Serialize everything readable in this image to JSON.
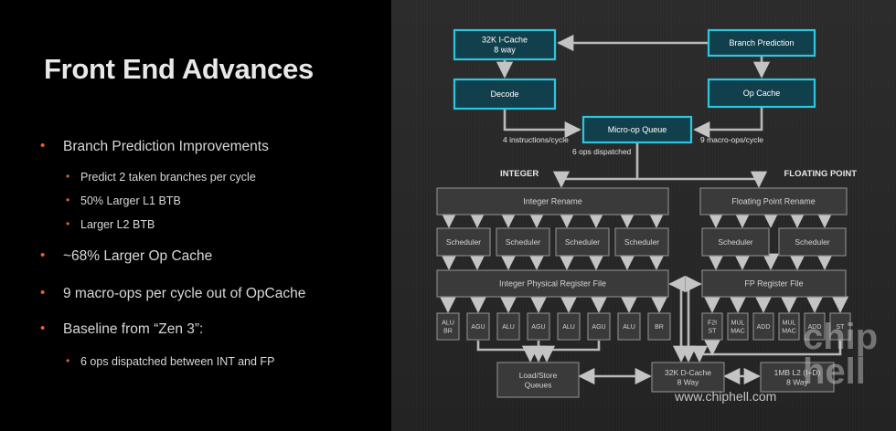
{
  "slide": {
    "title": "Front End Advances",
    "bullets": [
      {
        "level": 1,
        "text": "Branch Prediction Improvements"
      },
      {
        "level": 2,
        "text": "Predict 2 taken branches per cycle"
      },
      {
        "level": 2,
        "text": "50% Larger L1 BTB"
      },
      {
        "level": 2,
        "text": "Larger L2 BTB"
      },
      {
        "level": 1,
        "text": "~68% Larger Op Cache"
      },
      {
        "level": 1,
        "text": "9 macro-ops per cycle out of OpCache"
      },
      {
        "level": 1,
        "text": "Baseline from “Zen 3”:"
      },
      {
        "level": 2,
        "text": "6 ops dispatched between INT and FP"
      }
    ],
    "bullet_symbol": "•"
  },
  "diagram": {
    "front_end": {
      "icache": [
        "32K I-Cache",
        "8 way"
      ],
      "branch_prediction": "Branch Prediction",
      "decode": "Decode",
      "op_cache": "Op Cache",
      "micro_op_queue": "Micro-op Queue",
      "label_decode_rate": "4 instructions/cycle",
      "label_opcache_rate": "9 macro-ops/cycle",
      "label_dispatch": "6 ops dispatched"
    },
    "integer": {
      "heading": "INTEGER",
      "rename": "Integer Rename",
      "schedulers": [
        "Scheduler",
        "Scheduler",
        "Scheduler",
        "Scheduler"
      ],
      "register_file": "Integer Physical Register File",
      "units": [
        [
          "ALU",
          "BR"
        ],
        [
          "AGU"
        ],
        [
          "ALU"
        ],
        [
          "AGU"
        ],
        [
          "ALU"
        ],
        [
          "AGU"
        ],
        [
          "ALU"
        ],
        [
          "BR"
        ]
      ]
    },
    "floating_point": {
      "heading": "FLOATING POINT",
      "rename": "Floating Point Rename",
      "schedulers": [
        "Scheduler",
        "Scheduler"
      ],
      "register_file": "FP Register File",
      "units": [
        [
          "F2I",
          "ST"
        ],
        [
          "MUL",
          "MAC"
        ],
        [
          "ADD"
        ],
        [
          "MUL",
          "MAC"
        ],
        [
          "ADD"
        ],
        [
          "ST"
        ]
      ]
    },
    "memory": {
      "load_store": [
        "Load/Store",
        "Queues"
      ],
      "dcache": [
        "32K D-Cache",
        "8 Way"
      ],
      "l2": [
        "1MB L2 (I+D)",
        "8 Way"
      ]
    },
    "colors": {
      "frontend_fill": "#123f4c",
      "frontend_stroke": "#2dc6e0",
      "block_fill": "#3a3a3a",
      "block_stroke": "#858585",
      "arrow": "#b9b9b9",
      "bullet_dot": "#e8632a"
    }
  },
  "watermark": {
    "url": "www.chiphell.com",
    "logo": "chip hell"
  }
}
